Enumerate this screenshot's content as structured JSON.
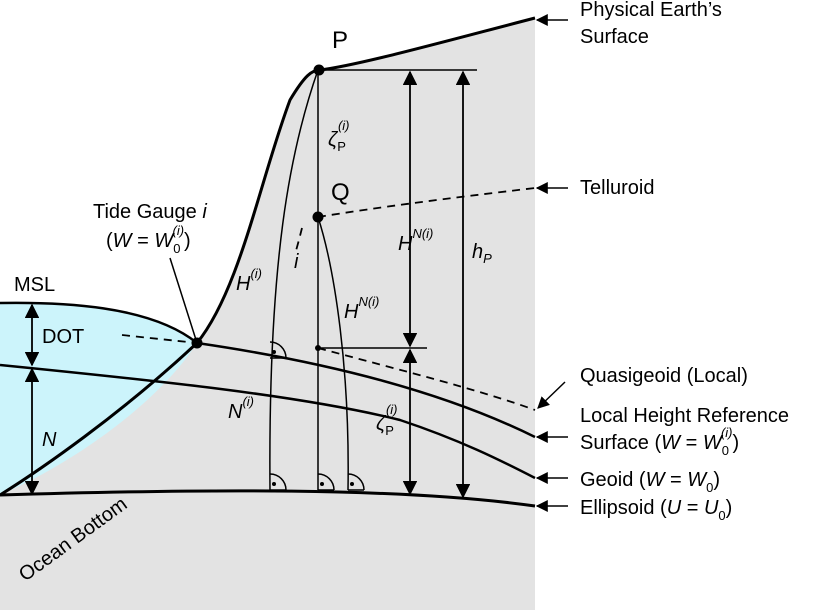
{
  "points": {
    "p": "P",
    "q": "Q"
  },
  "labels": {
    "physical_surface_line1": "Physical Earth’s",
    "physical_surface_line2": "Surface",
    "telluroid": "Telluroid",
    "tide_gauge_line1_prefix": "Tide Gauge ",
    "tide_gauge_line1_i": "i",
    "tide_gauge_line2_open": "(",
    "tide_gauge_line2_w": "W",
    "tide_gauge_line2_eq": " = ",
    "tide_gauge_line2_w0": "W",
    "tide_gauge_line2_sub": "0",
    "tide_gauge_line2_sup": "(i)",
    "tide_gauge_line2_close": ")",
    "msl": "MSL",
    "dot": "DOT",
    "n_left": "N",
    "ocean_bottom": "Ocean Bottom",
    "quasigeoid": "Quasigeoid (Local)",
    "lhrs_line1": "Local Height Reference",
    "lhrs_line2_prefix": "Surface (",
    "lhrs_line2_w": "W",
    "lhrs_line2_eq": " = ",
    "lhrs_line2_w0": "W",
    "lhrs_line2_sub": "0",
    "lhrs_line2_sup": "(i)",
    "lhrs_line2_close": ")",
    "geoid_prefix": "Geoid (",
    "geoid_w": "W",
    "geoid_eq": " = ",
    "geoid_w0": "W",
    "geoid_sub": "0",
    "geoid_close": ")",
    "ellipsoid_prefix": "Ellipsoid (",
    "ellipsoid_u": "U",
    "ellipsoid_eq": " = ",
    "ellipsoid_u0": "U",
    "ellipsoid_sub": "0",
    "ellipsoid_close": ")"
  },
  "symbols": {
    "zeta_top": "ζ",
    "zeta_top_sub": "P",
    "zeta_top_sup": "(i)",
    "zeta_bottom": "ζ",
    "zeta_bottom_sub": "P",
    "zeta_bottom_sup": "(i)",
    "i_mark": "i",
    "h_i": "H",
    "h_i_sup": "(i)",
    "h_ni_right": "H",
    "h_ni_right_sup": "N(i)",
    "h_ni_center": "H",
    "h_ni_center_sup": "N(i)",
    "h_p": "h",
    "h_p_sub": "P",
    "n_i": "N",
    "n_i_sup": "(i)"
  },
  "colors": {
    "land": "#e3e3e3",
    "ocean": "#ccf4fb",
    "ink": "#000000"
  }
}
